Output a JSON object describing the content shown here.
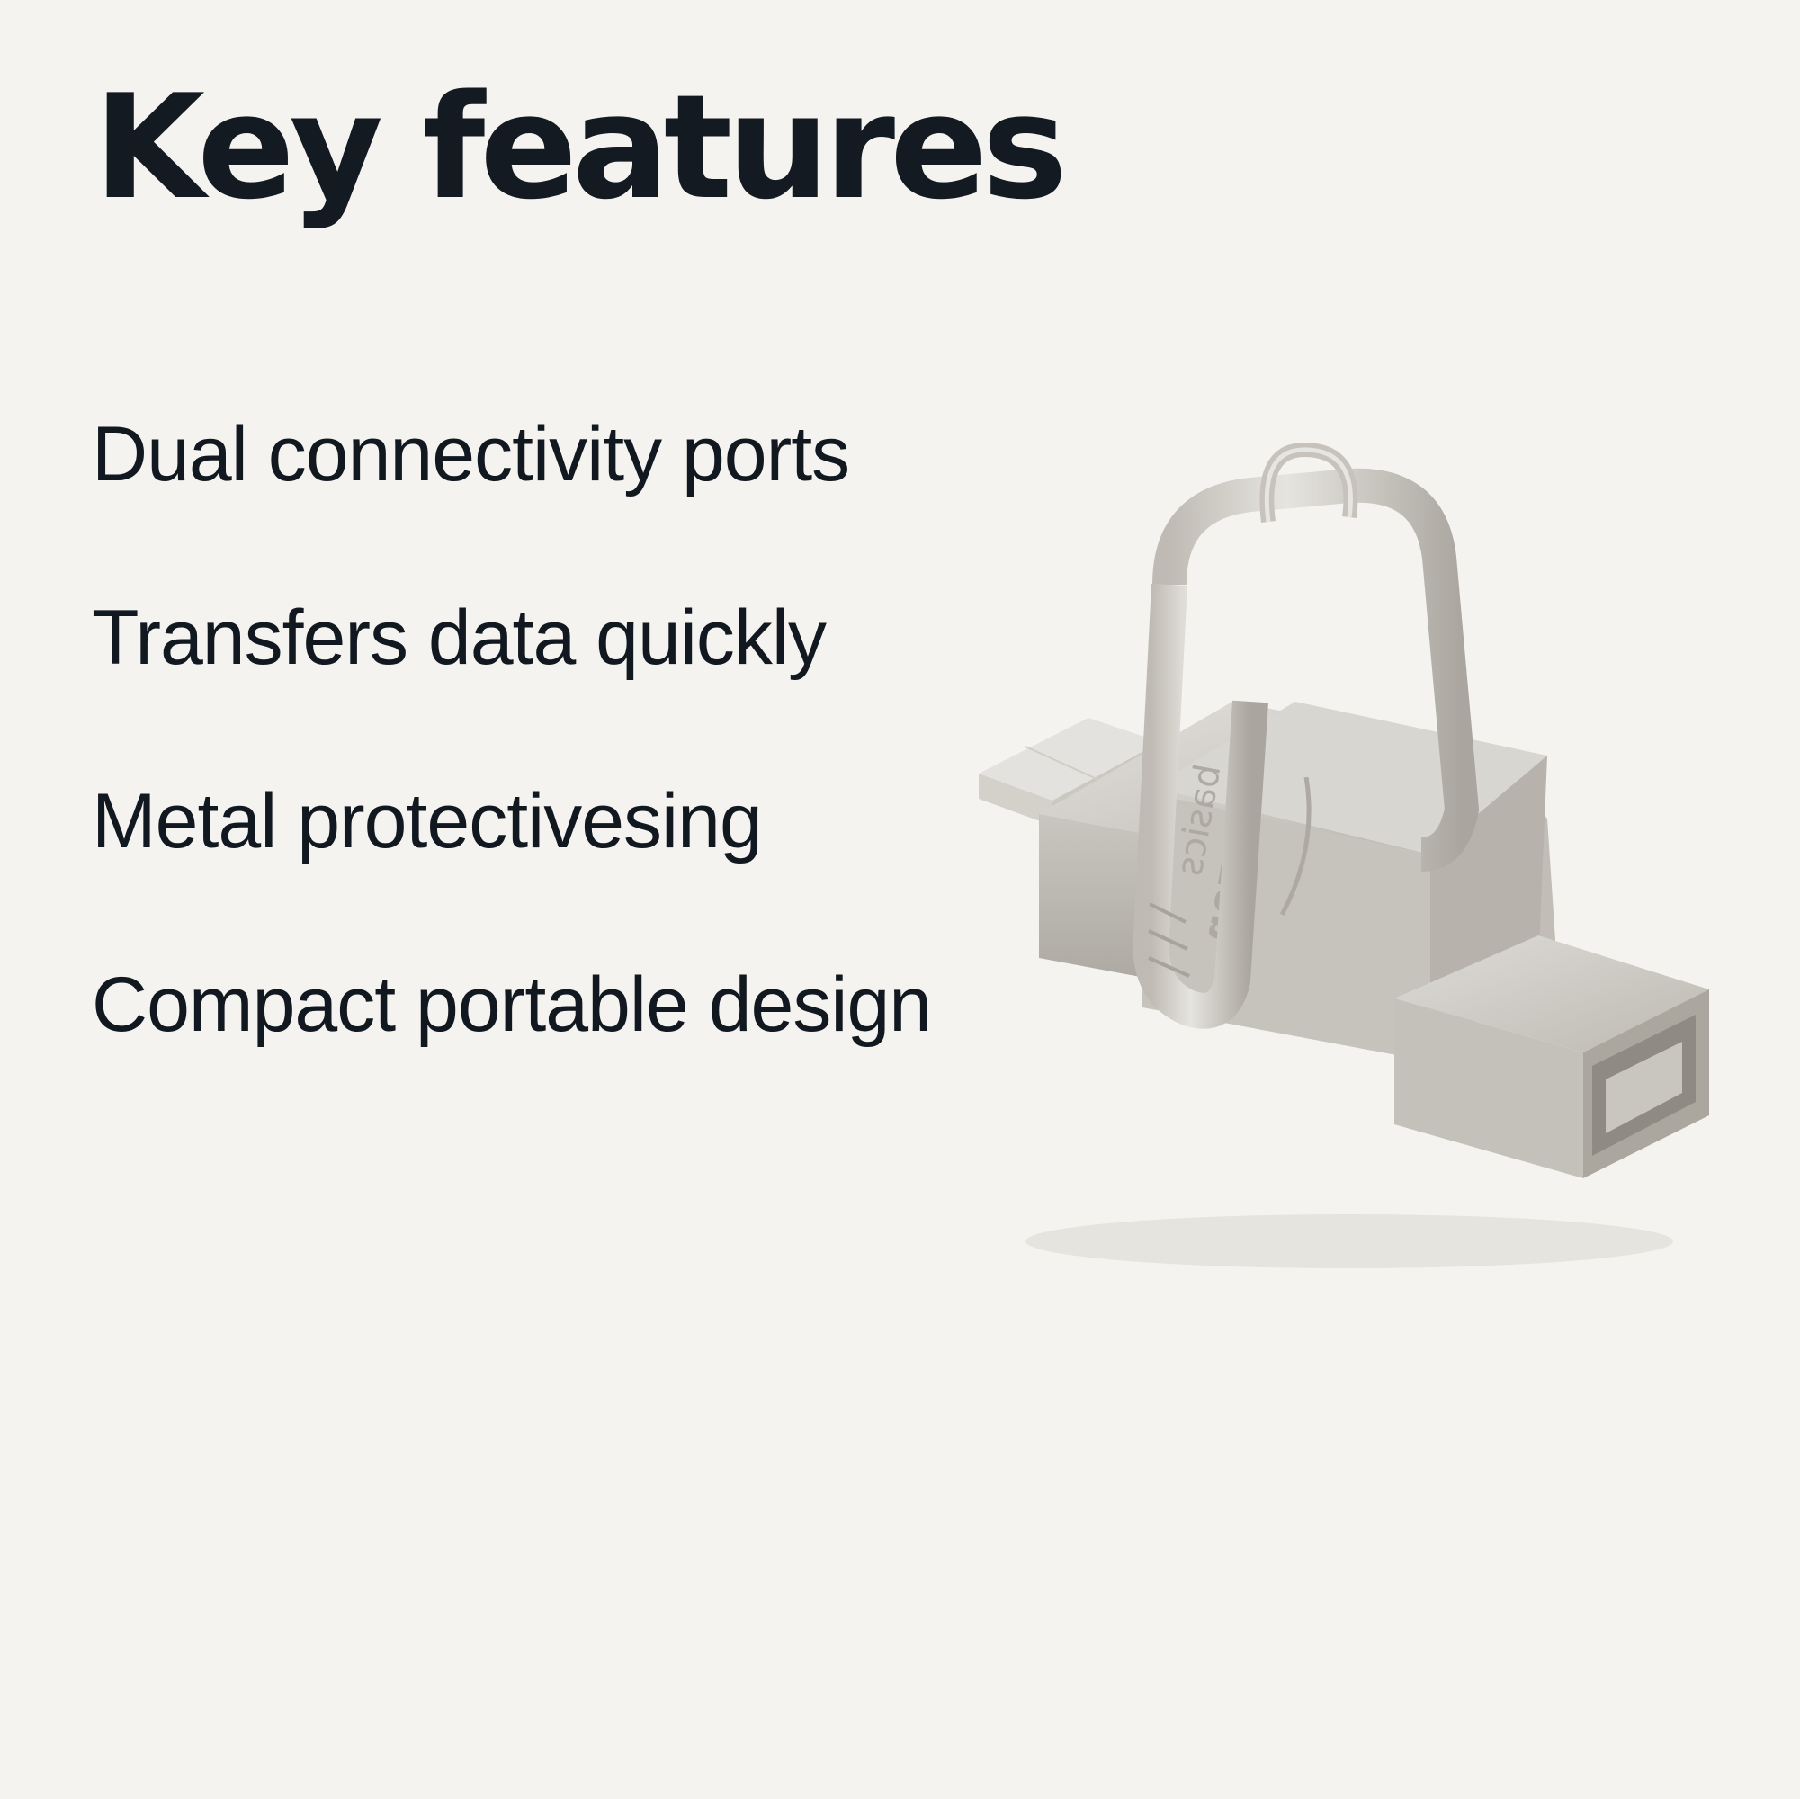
{
  "page": {
    "title": "Key features",
    "background_color": "#f4f3ef",
    "text_color": "#111820"
  },
  "features": [
    {
      "label": "Dual connectivity ports"
    },
    {
      "label": "Transfers data quickly"
    },
    {
      "label": "Metal protectivesing"
    },
    {
      "label": "Compact portable design"
    }
  ],
  "product_image": {
    "subject": "dual-connector-usb-flash-drive",
    "brand_text": "amazon basics",
    "metal_color": "#cfccc6"
  }
}
